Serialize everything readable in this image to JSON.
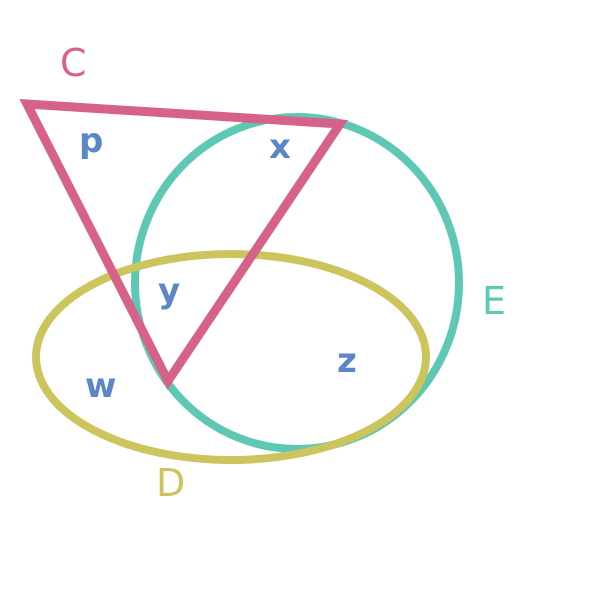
{
  "sets": {
    "C": {
      "label": "C",
      "shape": "triangle",
      "color": "#d6628a"
    },
    "D": {
      "label": "D",
      "shape": "ellipse",
      "color": "#ccc45c"
    },
    "E": {
      "label": "E",
      "shape": "circle",
      "color": "#5ec8b4"
    }
  },
  "regions": {
    "p": "p",
    "x": "x",
    "y": "y",
    "w": "w",
    "z": "z"
  },
  "region_color": "#5b87c9"
}
